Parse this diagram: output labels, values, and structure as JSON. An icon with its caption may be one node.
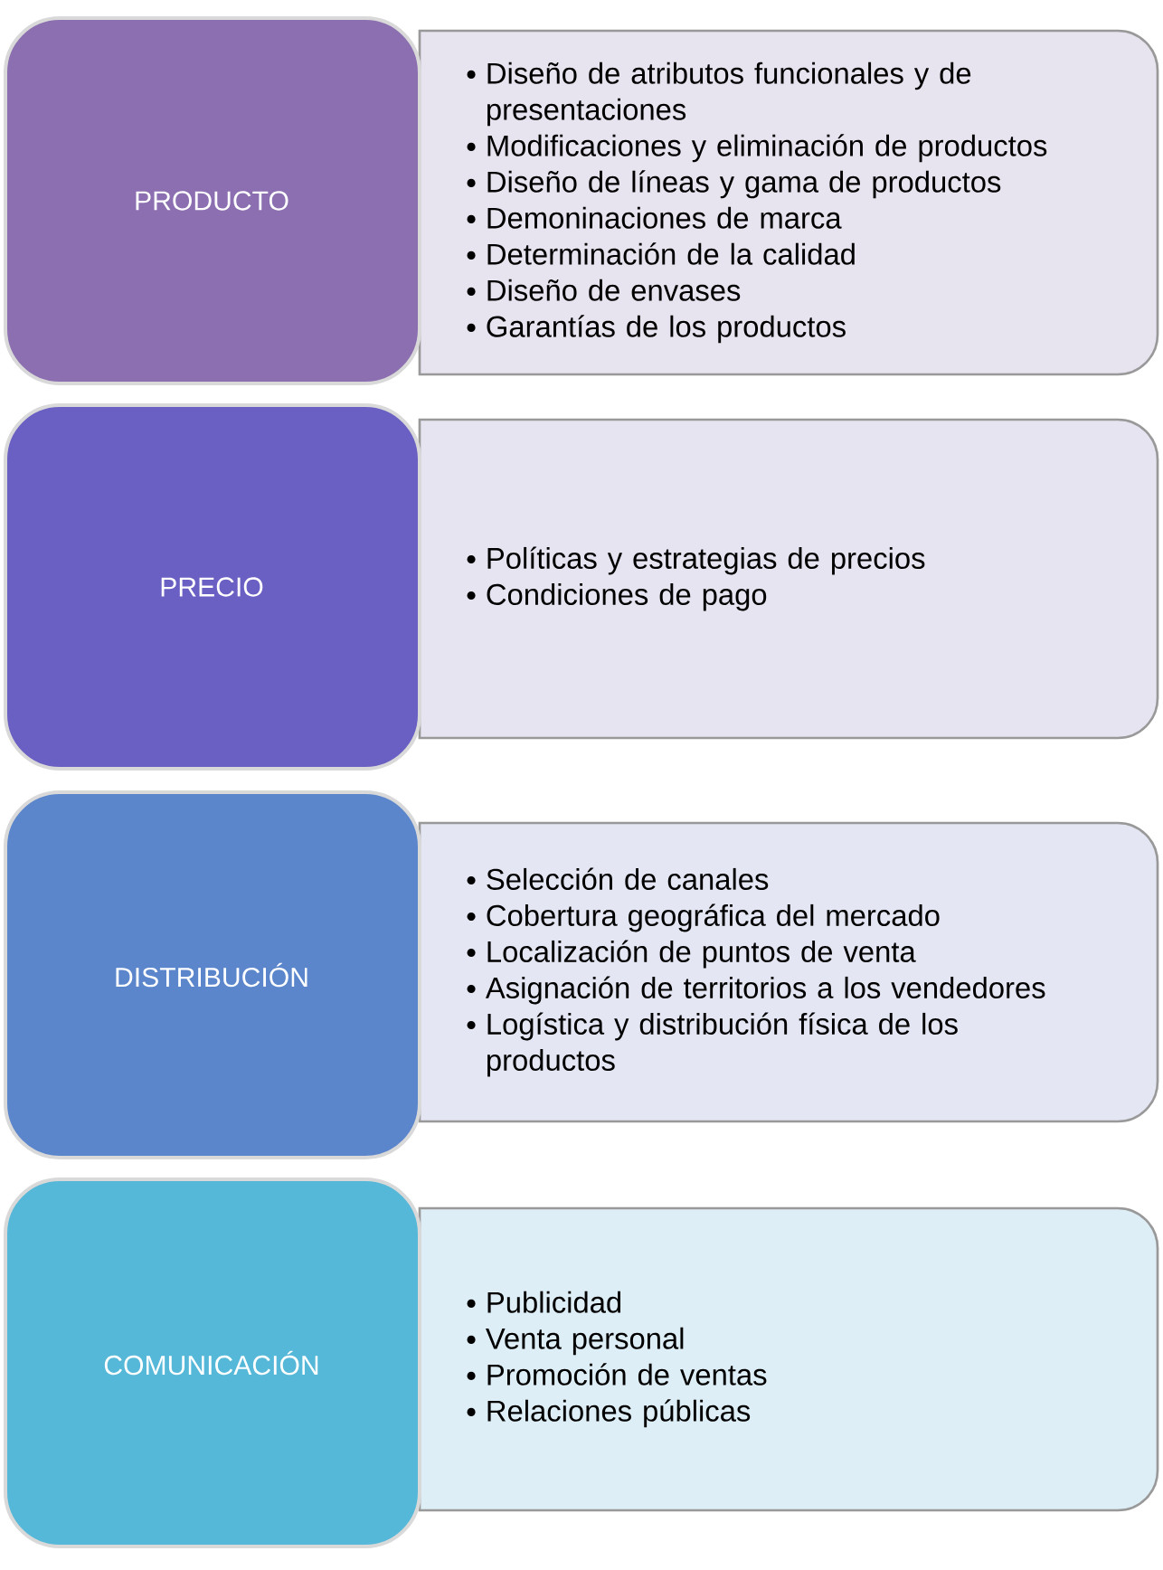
{
  "diagram": {
    "nodes": [
      {
        "text": [
          "PRODUCTO"
        ]
      },
      {
        "text": [
          "Diseño de atributos funcionales y de presentaciones",
          "Modificaciones y eliminación de productos",
          "Diseño de líneas y gama de productos",
          "Demoninaciones de marca",
          "Determinación de la calidad",
          "Diseño de envases",
          "Garantías de los productos"
        ]
      },
      {
        "text": [
          "PRECIO"
        ]
      },
      {
        "text": [
          "Políticas y estrategias de precios",
          "Condiciones de pago"
        ]
      },
      {
        "text": [
          "DISTRIBUCIÓN"
        ]
      },
      {
        "text": [
          "Selección de canales",
          "Cobertura geográfica del mercado",
          "Localización de puntos de venta",
          "Asignación de territorios a los vendedores",
          "Logística y distribución física de los productos"
        ]
      },
      {
        "text": [
          "COMUNICACIÓN"
        ]
      },
      {
        "text": [
          "Publicidad",
          "Venta personal",
          "Promoción de ventas",
          "Relaciones públicas"
        ]
      }
    ]
  }
}
